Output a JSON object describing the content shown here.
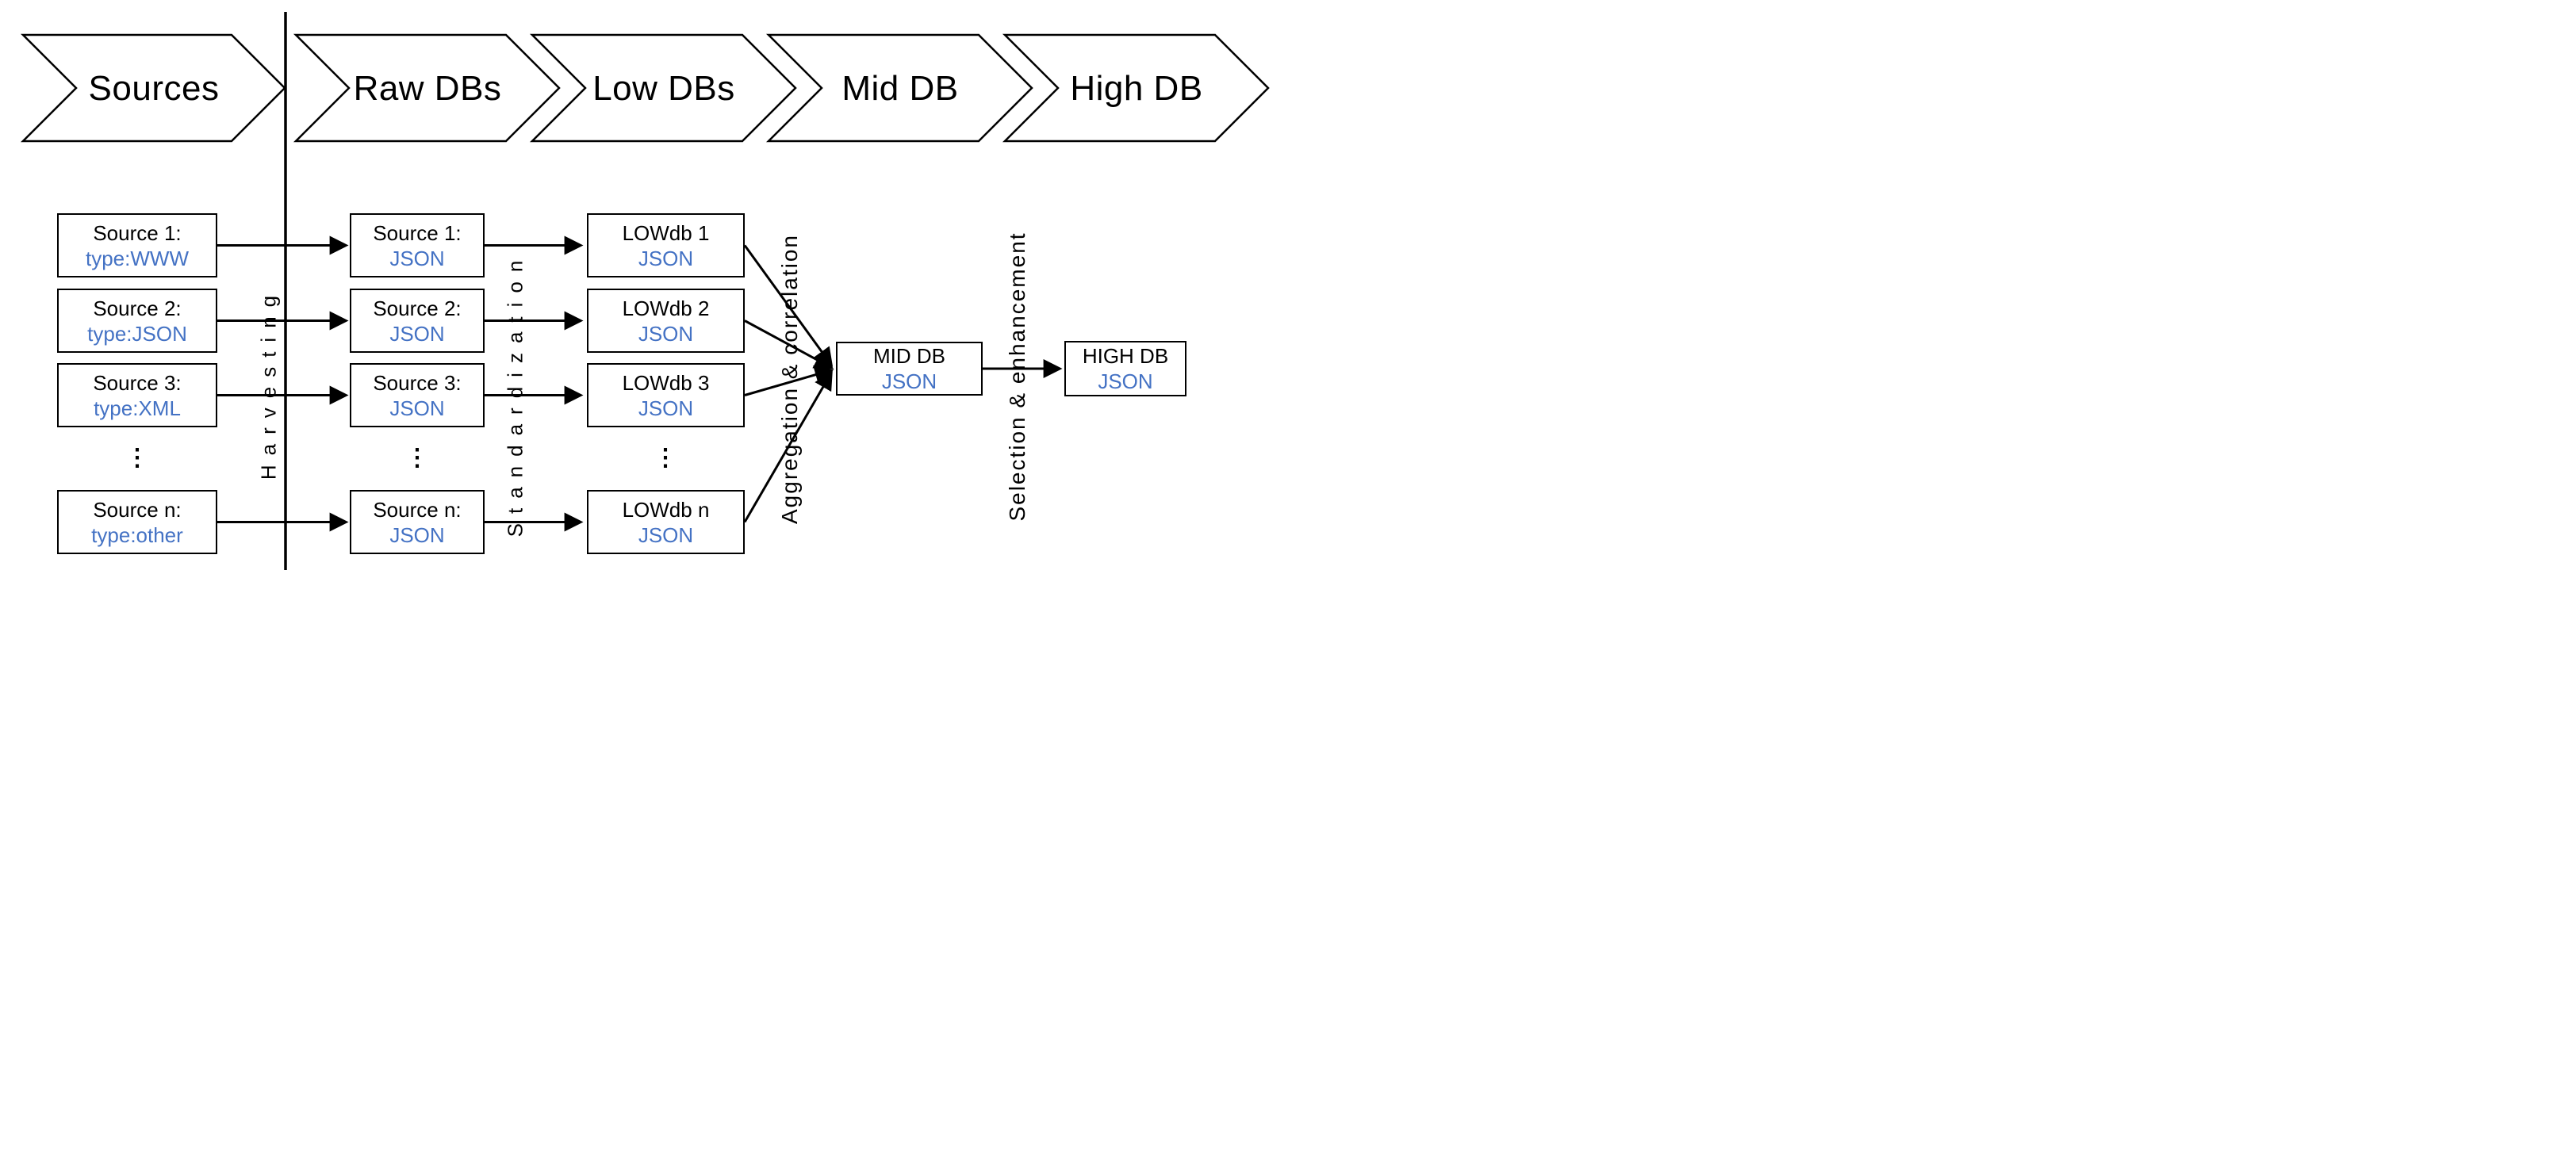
{
  "banner": {
    "stages": [
      {
        "label": "Sources"
      },
      {
        "label": "Raw DBs"
      },
      {
        "label": "Low DBs"
      },
      {
        "label": "Mid DB"
      },
      {
        "label": "High DB"
      }
    ]
  },
  "process_labels": {
    "harvesting": "Harvesting",
    "standardization": "Standardization",
    "aggregation": "Aggregation & correlation",
    "selection": "Selection & enhancement"
  },
  "columns": {
    "sources": {
      "rows": [
        {
          "title": "Source 1:",
          "subtitle": "type:WWW"
        },
        {
          "title": "Source 2:",
          "subtitle": "type:JSON"
        },
        {
          "title": "Source 3:",
          "subtitle": "type:XML"
        },
        {
          "title": "Source n:",
          "subtitle": "type:other"
        }
      ],
      "ellipsis": "⋮"
    },
    "raw": {
      "rows": [
        {
          "title": "Source 1:",
          "subtitle": "JSON"
        },
        {
          "title": "Source 2:",
          "subtitle": "JSON"
        },
        {
          "title": "Source 3:",
          "subtitle": "JSON"
        },
        {
          "title": "Source n:",
          "subtitle": "JSON"
        }
      ],
      "ellipsis": "⋮"
    },
    "low": {
      "rows": [
        {
          "title": "LOWdb 1",
          "subtitle": "JSON"
        },
        {
          "title": "LOWdb 2",
          "subtitle": "JSON"
        },
        {
          "title": "LOWdb 3",
          "subtitle": "JSON"
        },
        {
          "title": "LOWdb n",
          "subtitle": "JSON"
        }
      ],
      "ellipsis": "⋮"
    }
  },
  "mid": {
    "title": "MID DB",
    "subtitle": "JSON"
  },
  "high": {
    "title": "HIGH DB",
    "subtitle": "JSON"
  },
  "colors": {
    "accent_blue": "#4472C4",
    "stroke": "#000000",
    "background": "#FFFFFF"
  }
}
